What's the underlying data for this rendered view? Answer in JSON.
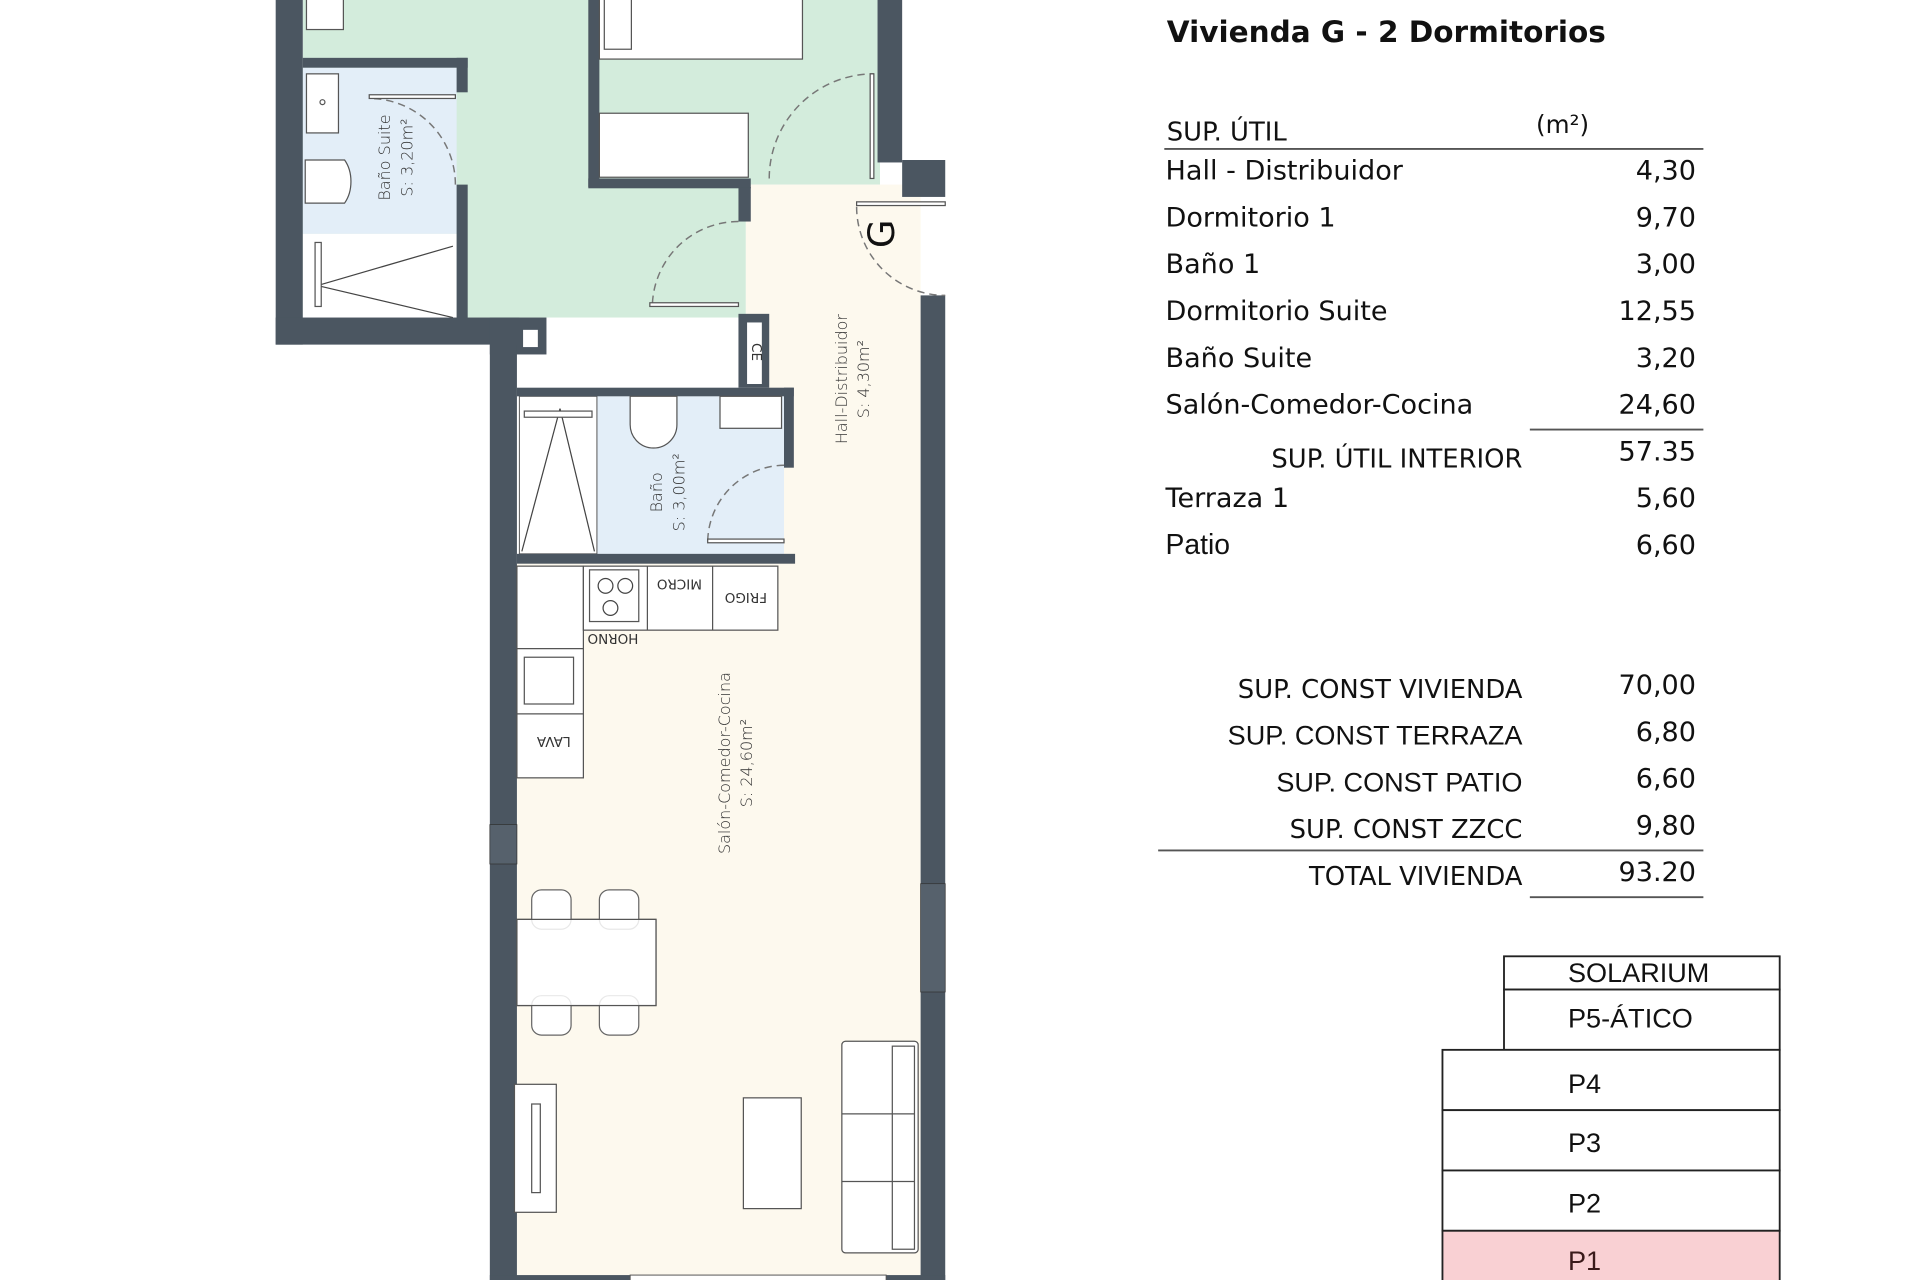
{
  "title": "Vivienda G - 2 Dormitorios",
  "table": {
    "header_label": "SUP. ÚTIL",
    "header_unit": "(m²)",
    "rooms": [
      {
        "label": "Hall - Distribuidor",
        "value": "4,30"
      },
      {
        "label": "Dormitorio 1",
        "value": "9,70"
      },
      {
        "label": "Baño 1",
        "value": "3,00"
      },
      {
        "label": "Dormitorio Suite",
        "value": "12,55"
      },
      {
        "label": "Baño Suite",
        "value": "3,20"
      },
      {
        "label": "Salón-Comedor-Cocina",
        "value": "24,60"
      }
    ],
    "interior": {
      "label": "SUP. ÚTIL INTERIOR",
      "value": "57.35"
    },
    "terraza": {
      "label": "Terraza 1",
      "value": "5,60"
    },
    "patio": {
      "label": "Patio",
      "value": "6,60"
    },
    "constructed": [
      {
        "label": "SUP. CONST VIVIENDA",
        "value": "70,00"
      },
      {
        "label": "SUP. CONST TERRAZA",
        "value": "6,80"
      },
      {
        "label": "SUP. CONST PATIO",
        "value": "6,60"
      },
      {
        "label": "SUP. CONST ZZCC",
        "value": "9,80"
      }
    ],
    "total": {
      "label": "TOTAL VIVIENDA",
      "value": "93.20"
    }
  },
  "floors": {
    "items": [
      "SOLARIUM",
      "P5-ÁTICO",
      "P4",
      "P3",
      "P2",
      "P1"
    ],
    "highlighted": "P1",
    "highlight_color": "#f9d0d3"
  },
  "plan": {
    "colors": {
      "wall": "#4b5661",
      "bedroom": "#d3ecdc",
      "bath": "#e3eef8",
      "living": "#fdf9ee"
    },
    "rooms": {
      "bano_suite": {
        "name": "Baño Suite",
        "area": "S: 3,20m²"
      },
      "hall": {
        "name": "Hall-Distribuidor",
        "area": "S: 4,30m²"
      },
      "bano": {
        "name": "Baño",
        "area": "S: 3,00m²"
      },
      "salon": {
        "name": "Salón-Comedor-Cocina",
        "area": "S: 24,60m²"
      }
    },
    "kitchen": {
      "micro": "MICRO",
      "frigo": "FRIGO",
      "horno": "HORNO",
      "lava": "LAVA"
    },
    "ce": "CE",
    "entrance_mark": "G"
  }
}
